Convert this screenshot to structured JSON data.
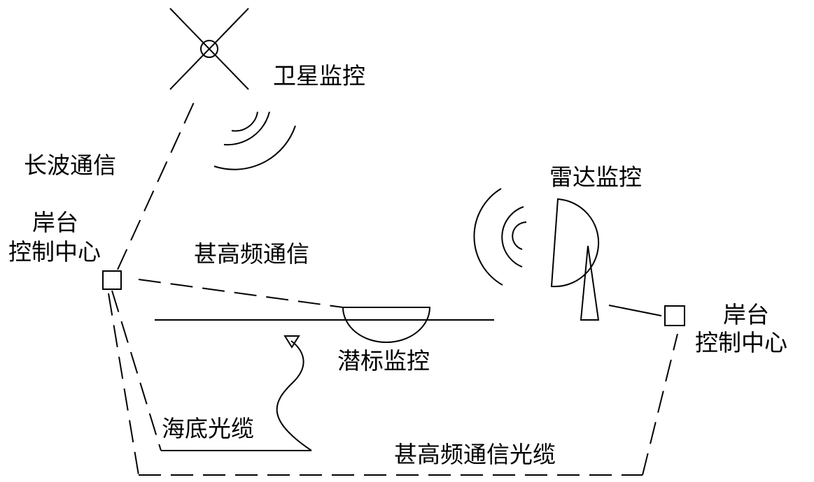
{
  "labels": {
    "satellite": "卫星监控",
    "longwave": "长波通信",
    "radar": "雷达监控",
    "shore_left_line1": "岸台",
    "shore_left_line2": "控制中心",
    "vhf": "甚高频通信",
    "buoy": "潜标监控",
    "shore_right_line1": "岸台",
    "shore_right_line2": "控制中心",
    "submarine_cable": "海底光缆",
    "vhf_cable": "甚高频通信光缆"
  }
}
